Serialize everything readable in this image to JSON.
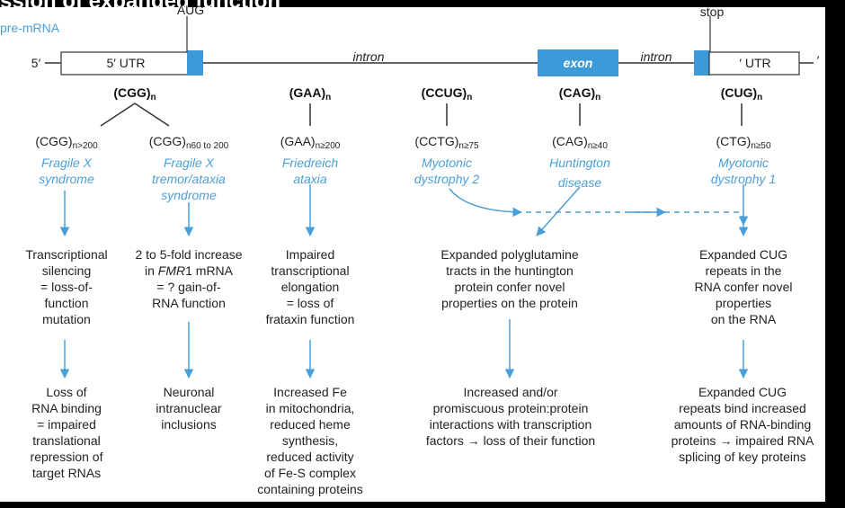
{
  "title": "ssion of expanded function",
  "gene": {
    "premrna": "pre-mRNA",
    "aug": "AUG",
    "stop": "stop",
    "five_prime": "5′",
    "three_prime": "′",
    "utr5": "5′ UTR",
    "utr3": "′ UTR",
    "intron1": "intron",
    "intron2": "intron",
    "exon": "exon"
  },
  "repeats": {
    "cgg": "(CGG)",
    "gaa": "(GAA)",
    "ccug": "(CCUG)",
    "cag": "(CAG)",
    "cug": "(CUG)",
    "n": "n"
  },
  "conditions": [
    {
      "seq": "(CGG)",
      "sub": "n>200",
      "disease": [
        "Fragile X",
        "syndrome"
      ]
    },
    {
      "seq": "(CGG)",
      "sub": "n60 to 200",
      "disease": [
        "Fragile X",
        "tremor/ataxia",
        "syndrome"
      ]
    },
    {
      "seq": "(GAA)",
      "sub": "n≥200",
      "disease": [
        "Friedreich",
        "ataxia"
      ]
    },
    {
      "seq": "(CCTG)",
      "sub": "n≥75",
      "disease": [
        "Myotonic",
        "dystrophy 2"
      ]
    },
    {
      "seq": "(CAG)",
      "sub": "n≥40",
      "disease": [
        "Huntington",
        "disease"
      ]
    },
    {
      "seq": "(CTG)",
      "sub": "n≥50",
      "disease": [
        "Myotonic",
        "dystrophy 1"
      ]
    }
  ],
  "mechanisms": {
    "m1": [
      "Transcriptional",
      "silencing",
      "= loss-of-",
      "function",
      "mutation"
    ],
    "m2a": "2 to 5-fold increase",
    "m2b_pre": "in ",
    "m2b_italic": "FMR",
    "m2b_post": "1 mRNA",
    "m2c": [
      "= ? gain-of-",
      "RNA function"
    ],
    "m3": [
      "Impaired",
      "transcriptional",
      "elongation",
      "= loss of",
      "frataxin function"
    ],
    "m4": [
      "Expanded polyglutamine",
      "tracts in the huntington",
      "protein confer novel",
      "properties on the protein"
    ],
    "m5": [
      "Expanded CUG",
      "repeats in the",
      "RNA confer novel",
      "properties",
      "on the RNA"
    ]
  },
  "outcomes": {
    "o1": [
      "Loss of",
      "RNA binding",
      "= impaired",
      "translational",
      "repression of",
      "target RNAs"
    ],
    "o2": [
      "Neuronal",
      "intranuclear",
      "inclusions"
    ],
    "o3": [
      "Increased Fe",
      "in mitochondria,",
      "reduced heme",
      "synthesis,",
      "reduced activity",
      "of Fe-S complex",
      "containing proteins"
    ],
    "o4": [
      "Increased and/or",
      "promiscuous protein:protein",
      "interactions with transcription",
      "factors → loss of their function"
    ],
    "o5": [
      "Expanded CUG",
      "repeats bind increased",
      "amounts of RNA-binding",
      "proteins → impaired RNA",
      "splicing of key proteins"
    ]
  },
  "colors": {
    "accent": "#4a9fd8",
    "box": "#3d9ad9",
    "panel": "#ffffff",
    "frame": "#000000"
  }
}
